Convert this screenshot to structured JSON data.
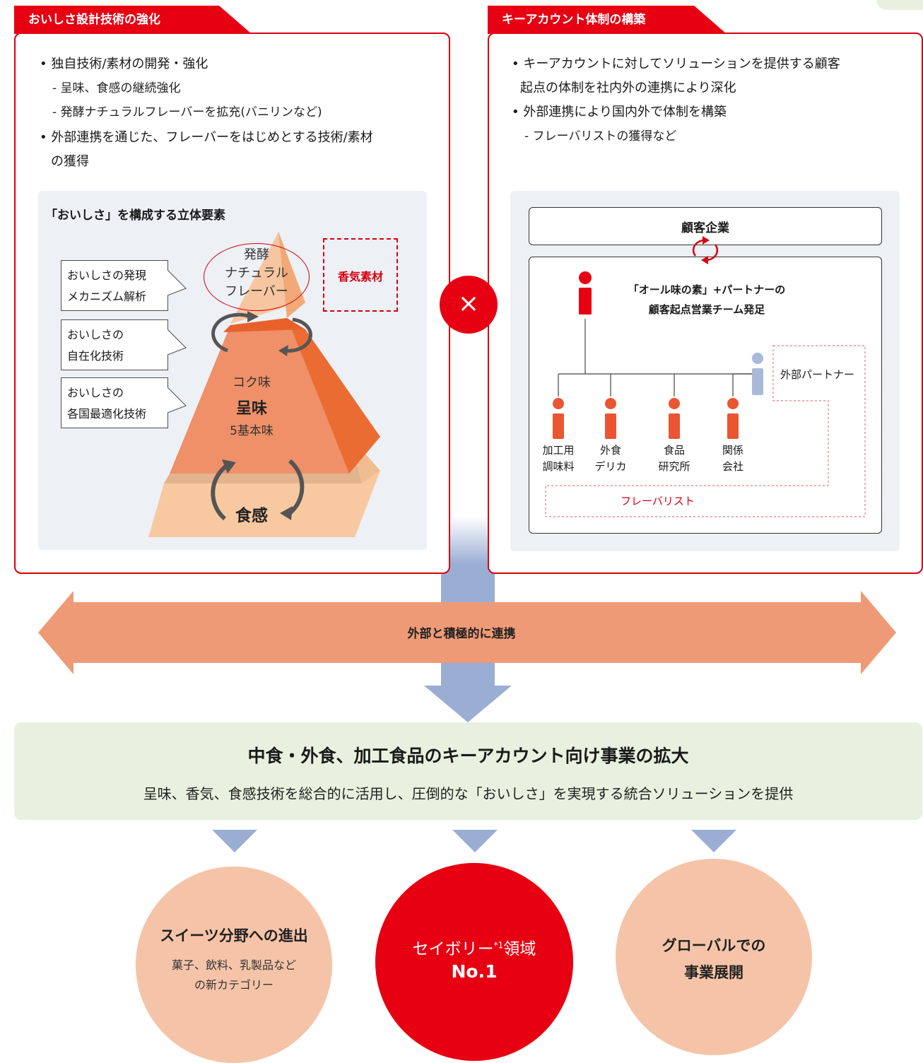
{
  "left_panel": {
    "tab_title": "おいしさ設計技術の強化",
    "bullet1": "• 独自技術/素材の開発・強化",
    "sub1": "- 呈味、食感の継続強化",
    "sub2": "- 発酵ナチュラルフレーバーを拡充(バニリンなど)",
    "bullet2_line1": "• 外部連携を通じた、フレーバーをはじめとする技術/素材",
    "bullet2_line2": "の獲得",
    "diagram_title": "「おいしさ」を構成する立体要素",
    "callouts": [
      {
        "line1": "おいしさの発現",
        "line2": "メカニズム解析"
      },
      {
        "line1": "おいしさの",
        "line2": "自在化技術"
      },
      {
        "line1": "おいしさの",
        "line2": "各国最適化技術"
      }
    ],
    "top_label": [
      "発酵",
      "ナチュラル",
      "フレーバー"
    ],
    "aroma": "香気素材",
    "koku": "コク味",
    "mi": "呈味",
    "kihon": "5基本味",
    "texture": "食感"
  },
  "cross_symbol": "×",
  "right_panel": {
    "tab_title": "キーアカウント体制の構築",
    "bullet1_line1": "• キーアカウントに対してソリューションを提供する顧客",
    "bullet1_line2": "起点の体制を社内外の連携により深化",
    "bullet2": "• 外部連携により国内外で体制を構築",
    "sub1": "- フレーバリストの獲得など",
    "customer": "顧客企業",
    "team_line1": "「オール味の素」+パートナーの",
    "team_line2": "顧客起点営業チーム発足",
    "partner": "外部パートナー",
    "members": [
      {
        "line1": "加工用",
        "line2": "調味料"
      },
      {
        "line1": "外食",
        "line2": "デリカ"
      },
      {
        "line1": "食品",
        "line2": "研究所"
      },
      {
        "line1": "関係",
        "line2": "会社"
      }
    ],
    "flavorist": "フレーバリスト"
  },
  "arrow_label": "外部と積極的に連携",
  "result": {
    "title": "中食・外食、加工食品のキーアカウント向け事業の拡大",
    "subtitle": "呈味、香気、食感技術を総合的に活用し、圧倒的な「おいしさ」を実現する統合ソリューションを提供"
  },
  "outcomes": {
    "sweets_title": "スイーツ分野への進出",
    "sweets_line1": "菓子、飲料、乳製品など",
    "sweets_line2": "の新カテゴリー",
    "savory_text": "セイボリー",
    "savory_note": "*1",
    "savory_field": "領域",
    "savory_no1": "No.1",
    "global_line1": "グローバルでの",
    "global_line2": "事業展開"
  },
  "colors": {
    "brand_red": "#e60012",
    "arrow_orange": "#ef9a76",
    "down_arrow_blue": "#9aaed3",
    "result_green": "#e8f1df",
    "peach": "#f5c4a8",
    "person_blue": "#a9b9d8"
  }
}
